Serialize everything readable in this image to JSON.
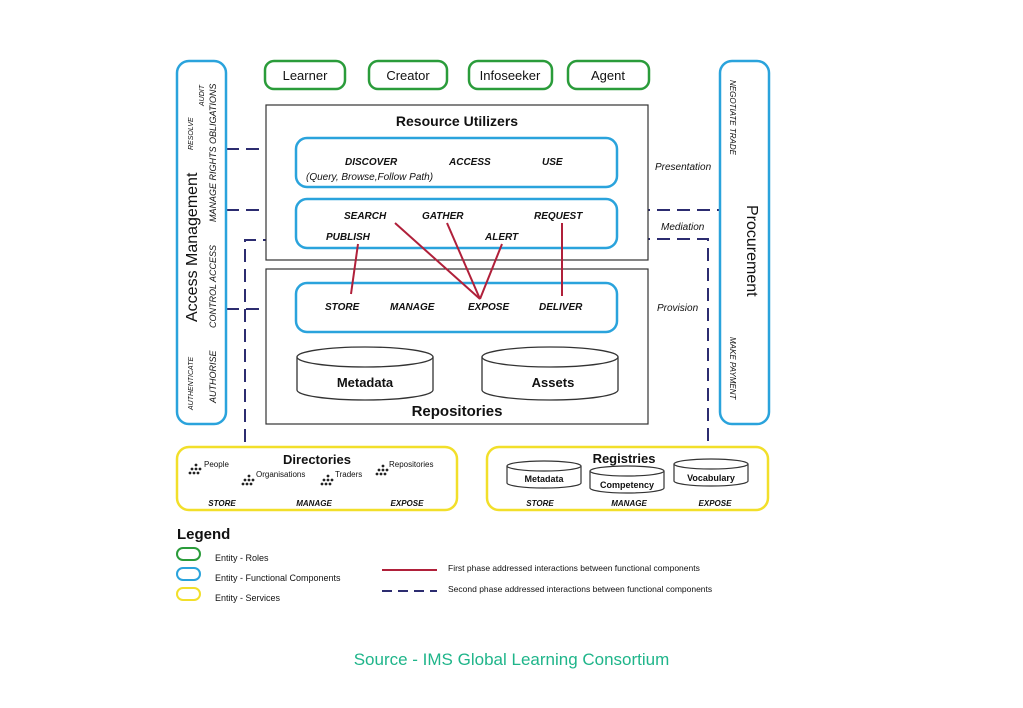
{
  "colors": {
    "roles": "#2a9c3a",
    "functional": "#2aa3dc",
    "services": "#f2df2a",
    "first_phase": "#b0203a",
    "second_phase": "#2c2c70",
    "source": "#1fb58a"
  },
  "roles": [
    "Learner",
    "Creator",
    "Infoseeker",
    "Agent"
  ],
  "access_management": {
    "title": "Access Management",
    "col1": [
      "RESOLVE",
      "AUDIT",
      "AUTHENTICATE"
    ],
    "col2": [
      "MANAGE RIGHTS OBLIGATIONS",
      "CONTROL ACCESS",
      "AUTHORISE"
    ]
  },
  "procurement": {
    "title": "Procurement",
    "top": "NEGOTIATE TRADE",
    "bottom": "MAKE PAYMENT"
  },
  "resource_utilizers": {
    "title": "Resource  Utilizers",
    "presentation": {
      "items": [
        "DISCOVER",
        "ACCESS",
        "USE"
      ],
      "sub": "(Query, Browse,Follow Path)"
    },
    "mediation": {
      "items": [
        "SEARCH",
        "GATHER",
        "REQUEST",
        "PUBLISH",
        "ALERT"
      ]
    }
  },
  "layers": [
    "Presentation",
    "Mediation",
    "Provision"
  ],
  "repositories": {
    "title": "Repositories",
    "provision": [
      "STORE",
      "MANAGE",
      "EXPOSE",
      "DELIVER"
    ],
    "stores": [
      "Metadata",
      "Assets"
    ]
  },
  "directories": {
    "title": "Directories",
    "entries": [
      "People",
      "Organisations",
      "Traders",
      "Repositories"
    ],
    "actions": [
      "STORE",
      "MANAGE",
      "EXPOSE"
    ]
  },
  "registries": {
    "title": "Registries",
    "stores": [
      "Metadata",
      "Competency",
      "Vocabulary"
    ],
    "actions": [
      "STORE",
      "MANAGE",
      "EXPOSE"
    ]
  },
  "legend": {
    "title": "Legend",
    "entities": [
      "Entity - Roles",
      "Entity - Functional Components",
      "Entity - Services"
    ],
    "lines": [
      "First phase addressed interactions between functional components",
      "Second phase addressed interactions between functional components"
    ]
  },
  "source": "Source - IMS Global Learning Consortium"
}
